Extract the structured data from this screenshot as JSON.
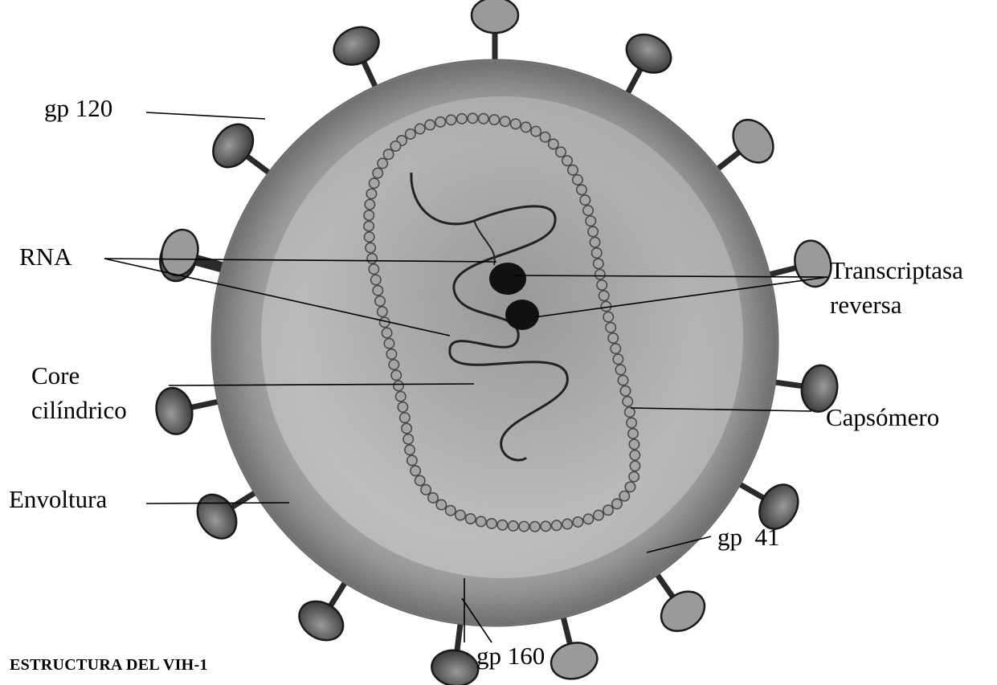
{
  "diagram": {
    "labels": {
      "gp120": "gp 120",
      "rna": "RNA",
      "transcriptasa_line1": "Transcriptasa",
      "transcriptasa_line2": "reversa",
      "core_line1": "Core",
      "core_line2": "cilíndrico",
      "capsomero": "Capsómero",
      "envoltura": "Envoltura",
      "gp41": "gp  41",
      "gp160": "gp 160"
    },
    "caption": "ESTRUCTURA DEL VIH-1"
  },
  "colors": {
    "envelope_outer": "#7d7d7d",
    "envelope_inner": "#c8c8c8",
    "core_dark": "#5a5a5a",
    "capsomere": "#8a8a8a",
    "enzyme": "#111111",
    "line": "#000000"
  }
}
